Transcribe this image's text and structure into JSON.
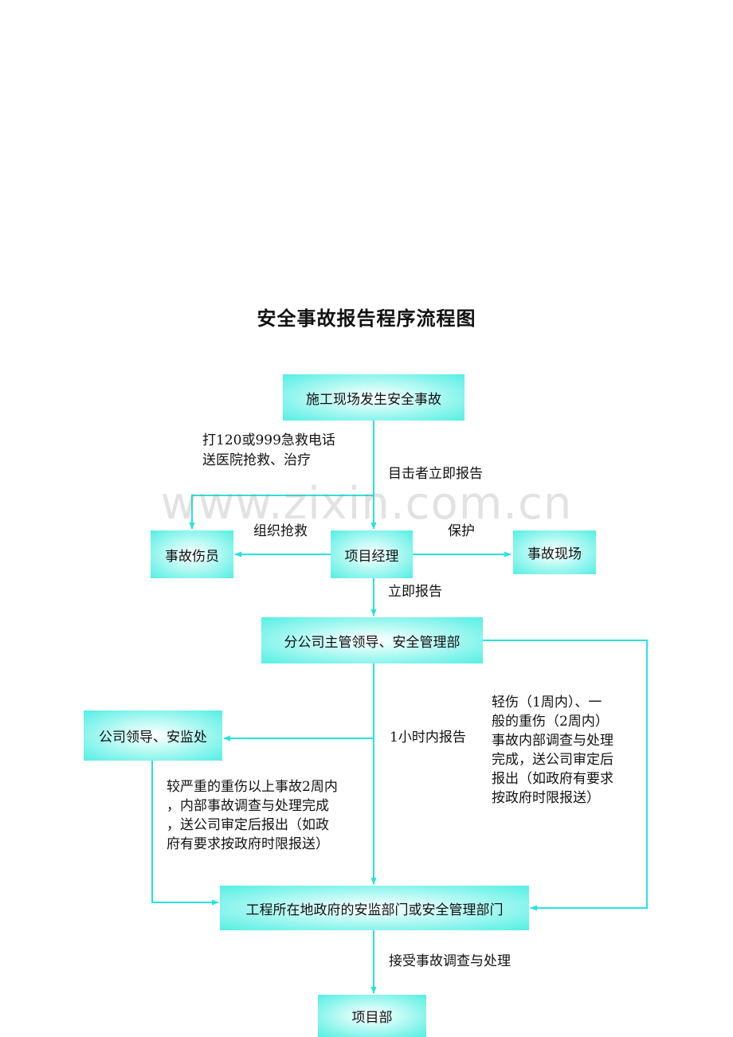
{
  "title": "安全事故报告程序流程图",
  "watermark": "www.zixin.com.cn",
  "colors": {
    "line": "#27e3df",
    "box_edge": "#53efe4",
    "box_center": "#ffffff"
  },
  "nodes": {
    "accident": "施工现场发生安全事故",
    "pm": "项目经理",
    "victims": "事故伤员",
    "scene": "事故现场",
    "branch": "分公司主管领导、安全管理部",
    "company": "公司领导、安监处",
    "gov": "工程所在地政府的安监部门或安全管理部门",
    "dept": "项目部"
  },
  "labels": {
    "call_line1": "打120或999急救电话",
    "call_line2": "送医院抢救、治疗",
    "witness": "目击者立即报告",
    "organize": "组织抢救",
    "protect": "保护",
    "immediate": "立即报告",
    "one_hour": "1小时内报告",
    "serious": [
      "较严重的重伤以上事故2周内",
      "，内部事故调查与处理完成",
      "，送公司审定后报出（如政",
      "府有要求按政府时限报送）"
    ],
    "minor": [
      "轻伤（1周内）、一",
      "般的重伤（2周内）",
      "事故内部调查与处理",
      "完成，送公司审定后",
      "报出（如政府有要求",
      "按政府时限报送）"
    ],
    "accept": "接受事故调查与处理"
  }
}
